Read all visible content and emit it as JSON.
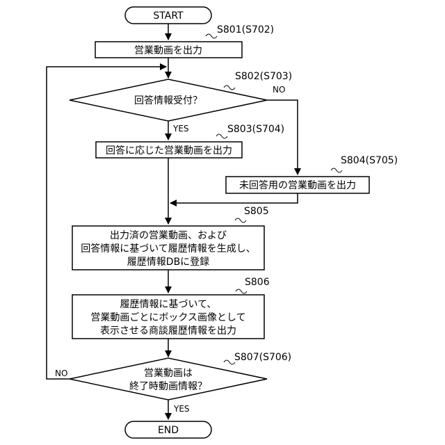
{
  "nodes": {
    "start": "START",
    "s801_label": "S801(S702)",
    "s801_text": "営業動画を出力",
    "s802_label": "S802(S703)",
    "s802_text": "回答情報受付？",
    "s802_no": "NO",
    "s802_yes": "YES",
    "s803_label": "S803(S704)",
    "s803_text": "回答に応じた営業動画を出力",
    "s804_label": "S804(S705)",
    "s804_text": "未回答用の営業動画を出力",
    "s805_label": "S805",
    "s805_line1": "出力済の営業動画、および",
    "s805_line2": "回答情報に基づいて履歴情報を生成し、",
    "s805_line3": "履歴情報DBに登録",
    "s806_label": "S806",
    "s806_line1": "履歴情報に基づいて、",
    "s806_line2": "営業動画ごとにボックス画像として",
    "s806_line3": "表示させる商談履歴情報を出力",
    "s807_label": "S807(S706)",
    "s807_line1": "営業動画は",
    "s807_line2": "終了時動画情報？",
    "s807_no": "NO",
    "s807_yes": "YES",
    "end": "END"
  }
}
